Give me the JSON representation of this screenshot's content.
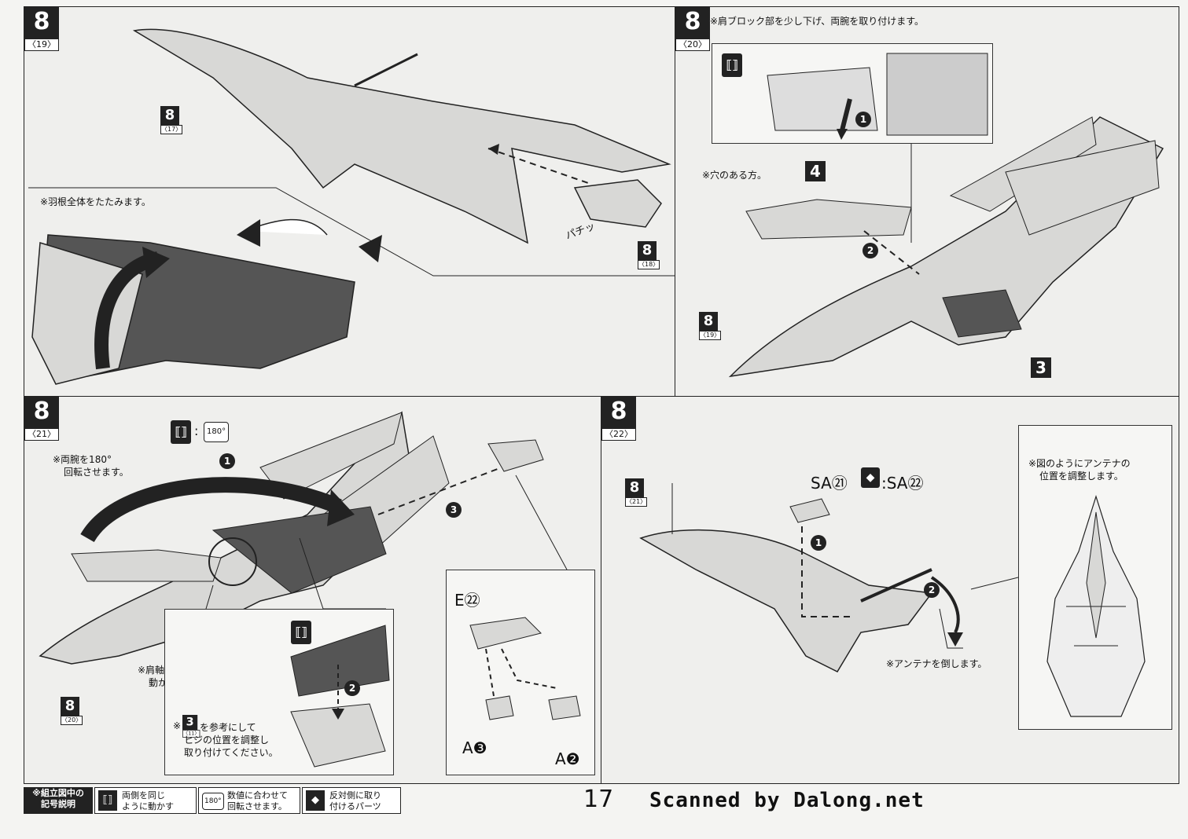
{
  "page_number": "17",
  "scanned_by": "Scanned by Dalong.net",
  "panels": {
    "p19": {
      "step": "8",
      "sub": "〈19〉",
      "note_fold": "※羽根全体をたたみます。",
      "ref_a": {
        "n": "8",
        "s": "〈17〉"
      },
      "ref_b": {
        "n": "8",
        "s": "〈18〉"
      },
      "sound": "パチッ"
    },
    "p20": {
      "step": "8",
      "sub": "〈20〉",
      "note_top": "※肩ブロック部を少し下げ、両腕を取り付けます。",
      "note_hole": "※穴のある方。",
      "part4": "4",
      "part3": "3",
      "ref": {
        "n": "8",
        "s": "〈19〉"
      },
      "arrow1": "1",
      "arrow2": "2"
    },
    "p21": {
      "step": "8",
      "sub": "〈21〉",
      "note_rotate_1": "※両腕を180°",
      "note_rotate_2": "回転させます。",
      "note_shoulder_1": "※肩軸パーツと一緒に",
      "note_shoulder_2": "動かします。",
      "note_elbow_1": "を参考にして",
      "note_elbow_2": "ヒジの位置を調整し",
      "note_elbow_3": "取り付けてください。",
      "elbow_ref": {
        "n": "3",
        "s": "〈11〉"
      },
      "ref": {
        "n": "8",
        "s": "〈20〉"
      },
      "rotate_label": "180°",
      "part_e": "E㉒",
      "part_a3": "A❸",
      "part_a2": "A❷",
      "arrow1": "1",
      "arrow2": "2",
      "arrow3": "3"
    },
    "p22": {
      "step": "8",
      "sub": "〈22〉",
      "ref": {
        "n": "8",
        "s": "〈21〉"
      },
      "sa_left": "SA㉑",
      "sa_right": ":SA㉒",
      "note_antenna_1": "※図のようにアンテナの",
      "note_antenna_2": "位置を調整します。",
      "note_fold_antenna": "※アンテナを倒します。",
      "arrow1": "1",
      "arrow2": "2"
    }
  },
  "legend": {
    "title_1": "※組立図中の",
    "title_2": "記号説明",
    "item1_1": "両側を同じ",
    "item1_2": "ように動かす",
    "item2_1": "数値に合わせて",
    "item2_2": "回転させます。",
    "item2_icon": "180°",
    "item3_1": "反対側に取り",
    "item3_2": "付けるパーツ"
  }
}
